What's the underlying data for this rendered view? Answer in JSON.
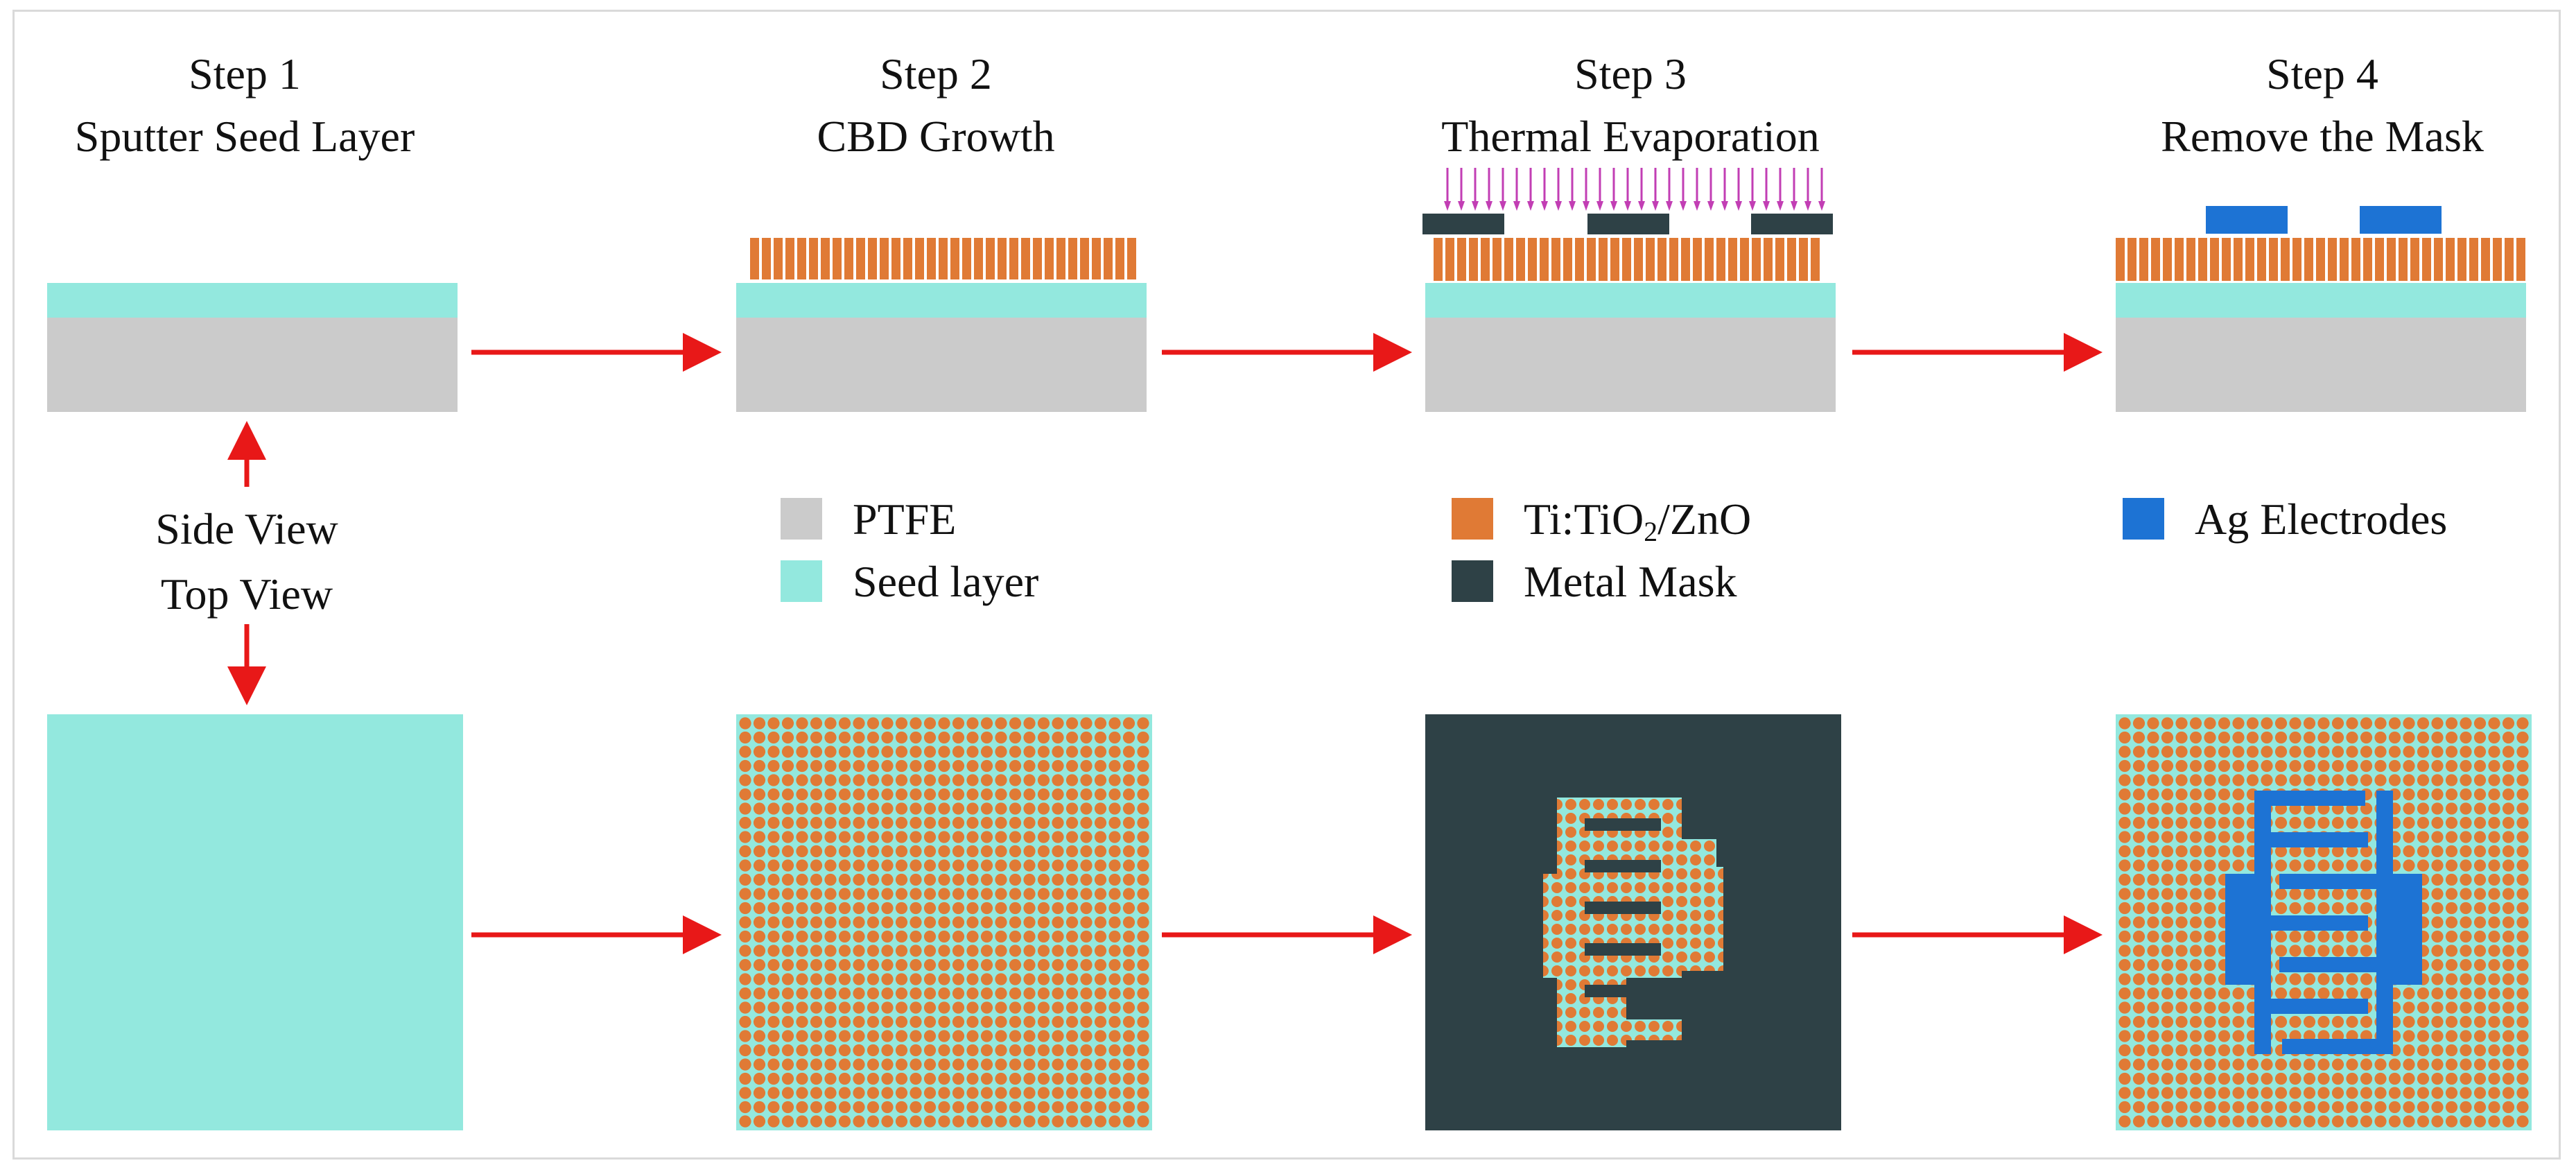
{
  "colors": {
    "ptfe": "#cbcbcb",
    "seed_layer": "#93e8de",
    "ti_tio2_zno": "#e07a35",
    "metal_mask": "#2e4146",
    "ag_electrodes": "#1d73d4",
    "arrow": "#e81818",
    "evaporation_arrow": "#c23eb4"
  },
  "steps": [
    {
      "number": "Step 1",
      "title": "Sputter Seed Layer"
    },
    {
      "number": "Step 2",
      "title": "CBD Growth"
    },
    {
      "number": "Step 3",
      "title": "Thermal Evaporation"
    },
    {
      "number": "Step 4",
      "title": "Remove the Mask"
    }
  ],
  "views": {
    "side": "Side View",
    "top": "Top View"
  },
  "legend": {
    "ptfe": "PTFE",
    "seed_layer": "Seed layer",
    "ti_tio2_zno_prefix": "Ti:TiO",
    "ti_tio2_zno_sub": "2",
    "ti_tio2_zno_suffix": "/ZnO",
    "metal_mask": "Metal Mask",
    "ag_electrodes": "Ag Electrodes"
  }
}
